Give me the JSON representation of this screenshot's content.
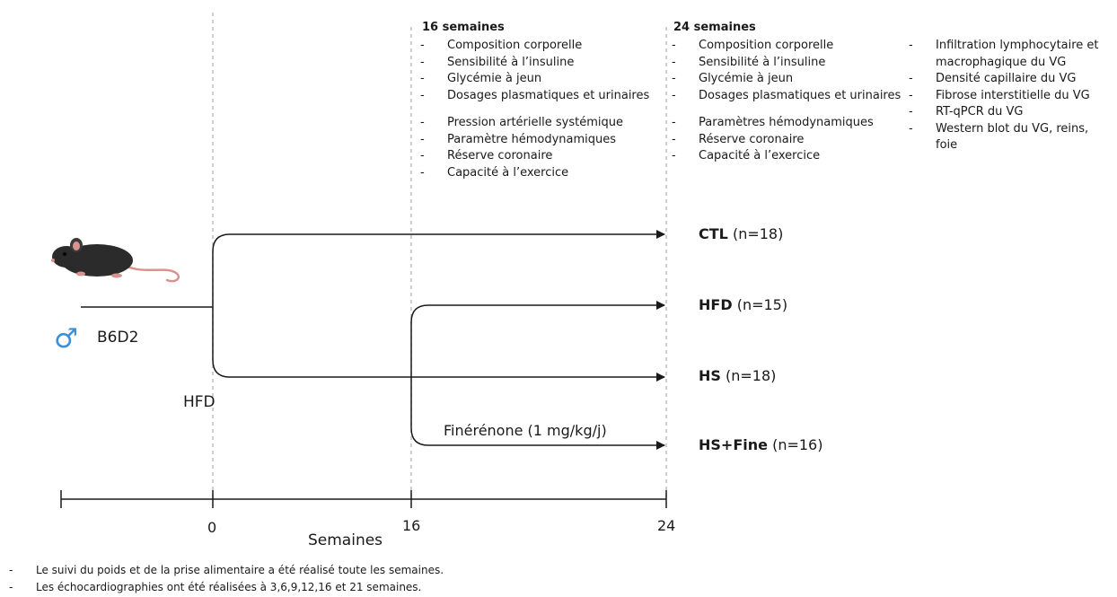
{
  "column16": {
    "title": "16 semaines",
    "items": [
      "Composition corporelle",
      "Sensibilité à l’insuline",
      "Glycémie à jeun",
      "Dosages plasmatiques et urinaires"
    ],
    "items2": [
      "Pression artérielle systémique",
      "Paramètre hémodynamiques",
      "Réserve coronaire",
      "Capacité à l’exercice"
    ]
  },
  "column24": {
    "title": "24 semaines",
    "items": [
      "Composition corporelle",
      "Sensibilité à l’insuline",
      "Glycémie à jeun",
      "Dosages plasmatiques et urinaires"
    ],
    "items2": [
      "Paramètres hémodynamiques",
      "Réserve coronaire",
      "Capacité à l’exercice"
    ]
  },
  "column24b": {
    "items": [
      "Infiltration lymphocytaire et",
      "macrophagique du VG",
      "Densité capillaire du VG",
      "Fibrose interstitielle du VG",
      "RT-qPCR du VG",
      "Western blot du VG, reins,",
      "foie"
    ]
  },
  "groups": [
    {
      "name": "CTL",
      "n": "(n=18)"
    },
    {
      "name": "HFD",
      "n": "(n=15)"
    },
    {
      "name": "HS",
      "n": "(n=18)"
    },
    {
      "name": "HS+Fine",
      "n": "(n=16)"
    }
  ],
  "labels": {
    "strain": "B6D2",
    "hfd": "HFD",
    "treatment": "Finérénone (1 mg/kg/j)",
    "axis_title": "Semaines",
    "sex_symbol": "♂"
  },
  "axis_ticks": [
    "0",
    "16",
    "24"
  ],
  "footnotes": [
    "Le suivi du poids et de la prise alimentaire a été réalisé toute les semaines.",
    "Les échocardiographies ont été réalisées à 3,6,9,12,16 et 21 semaines."
  ],
  "colors": {
    "line": "#1a1a1a",
    "dashed": "#bdbdbd",
    "male_symbol": "#3a8fd6",
    "mouse_body": "#2b2b2b",
    "mouse_pink": "#d9938f"
  }
}
